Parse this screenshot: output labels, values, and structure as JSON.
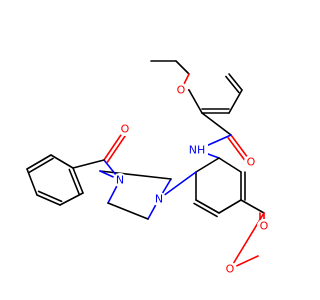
{
  "colors": {
    "background": "#ffffff",
    "carbon_bond": "#000000",
    "oxygen": "#ff0000",
    "nitrogen": "#0000ff"
  },
  "atoms": {
    "o_propoxy": "O",
    "o_amide": "O",
    "n_amide": "NH",
    "o_benzoyl": "O",
    "n_piperazine_top": "N",
    "n_piperazine_bottom": "N",
    "o_ester_carbonyl": "O",
    "o_ester": "O"
  }
}
